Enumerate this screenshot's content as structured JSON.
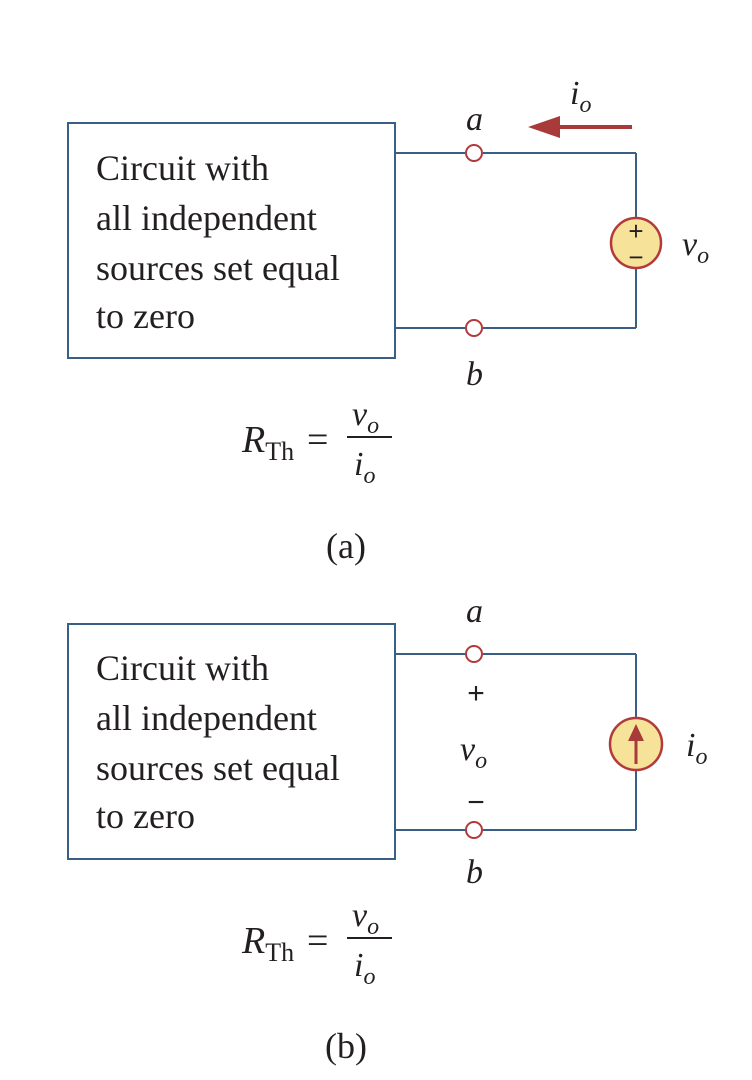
{
  "colors": {
    "wire": "#3a5f86",
    "source_fill": "#f7e29a",
    "source_stroke": "#b23a3a",
    "arrow": "#a83a3a",
    "text": "#231f20"
  },
  "panel_a": {
    "box_lines": [
      "Circuit with",
      "all independent",
      "sources set equal",
      "to zero"
    ],
    "terminal_top": "a",
    "terminal_bottom": "b",
    "current_label": {
      "main": "i",
      "sub": "o"
    },
    "source_label": {
      "main": "v",
      "sub": "o"
    },
    "source_type": "voltage-source",
    "source_plus": "+",
    "source_minus": "−",
    "equation": {
      "lhs": "R",
      "lhs_sub": "Th",
      "equals": "=",
      "num": "v",
      "num_sub": "o",
      "den": "i",
      "den_sub": "o"
    },
    "caption": "(a)"
  },
  "panel_b": {
    "box_lines": [
      "Circuit with",
      "all independent",
      "sources set equal",
      "to zero"
    ],
    "terminal_top": "a",
    "terminal_bottom": "b",
    "voltage_plus": "+",
    "voltage_label": {
      "main": "v",
      "sub": "o"
    },
    "voltage_minus": "−",
    "source_label": {
      "main": "i",
      "sub": "o"
    },
    "source_type": "current-source-up-arrow",
    "equation": {
      "lhs": "R",
      "lhs_sub": "Th",
      "equals": "=",
      "num": "v",
      "num_sub": "o",
      "den": "i",
      "den_sub": "o"
    },
    "caption": "(b)"
  }
}
